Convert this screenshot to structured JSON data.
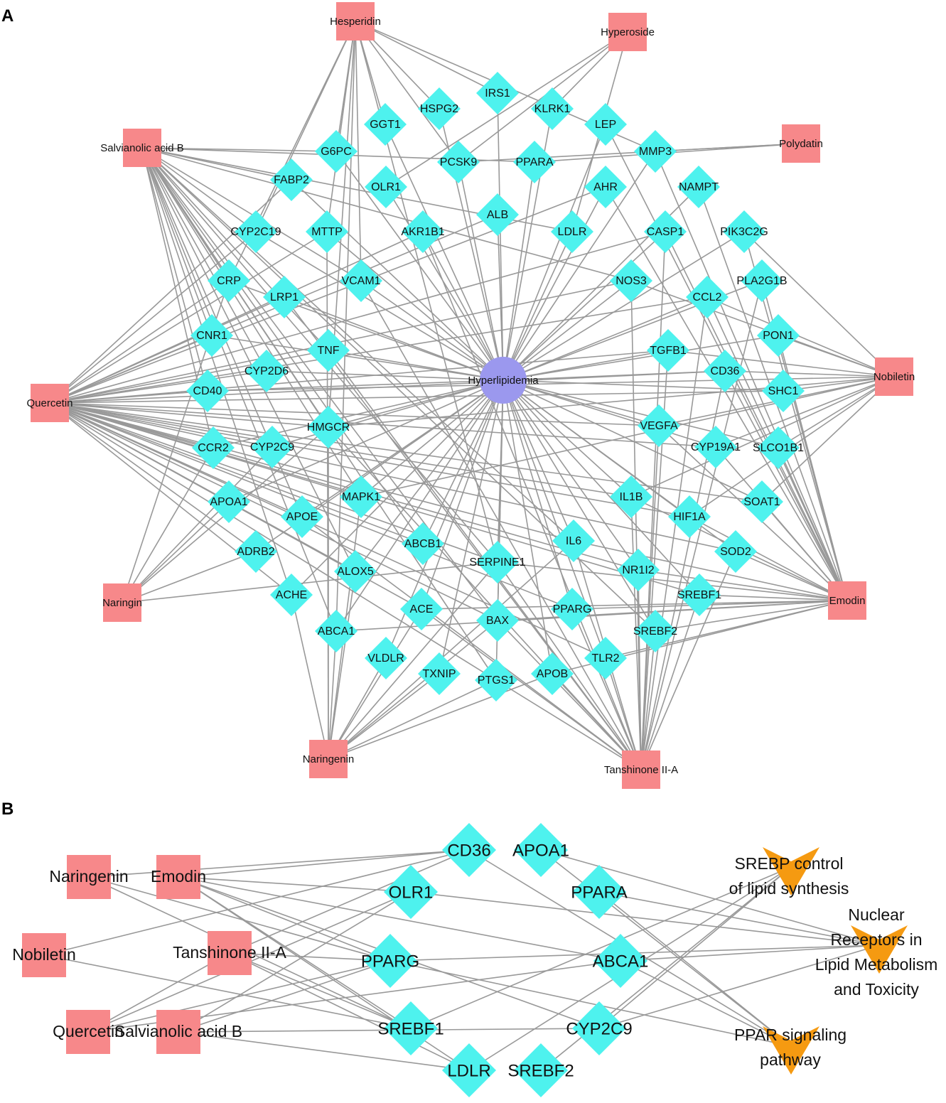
{
  "panel_a_label": "A",
  "panel_b_label": "B",
  "colors": {
    "compound": "#f7888a",
    "target": "#4ef2ee",
    "disease": "#9b98ee",
    "pathway": "#f59a11",
    "edge": "#999999"
  },
  "network_a": {
    "disease": "Hyperlipidemia",
    "compounds": [
      "Hesperidin",
      "Hyperoside",
      "Salvianolic acid B",
      "Polydatin",
      "Quercetin",
      "Nobiletin",
      "Naringin",
      "Emodin",
      "Naringenin",
      "Tanshinone II-A"
    ],
    "targets": [
      "IRS1",
      "HSPG2",
      "KLRK1",
      "GGT1",
      "LEP",
      "G6PC",
      "PCSK9",
      "PPARA",
      "MMP3",
      "FABP2",
      "OLR1",
      "AHR",
      "NAMPT",
      "ALB",
      "CYP2C19",
      "MTTP",
      "AKR1B1",
      "LDLR",
      "CASP1",
      "PIK3C2G",
      "CRP",
      "VCAM1",
      "NOS3",
      "LRP1",
      "PLA2G1B",
      "CCL2",
      "CNR1",
      "TNF",
      "PON1",
      "TGFB1",
      "CYP2D6",
      "CD36",
      "CD40",
      "SHC1",
      "HMGCR",
      "VEGFA",
      "CCR2",
      "CYP2C9",
      "CYP19A1",
      "SLCO1B1",
      "MAPK1",
      "IL1B",
      "APOA1",
      "APOE",
      "HIF1A",
      "SOAT1",
      "IL6",
      "ABCB1",
      "ADRB2",
      "SERPINE1",
      "SOD2",
      "ALOX5",
      "NR1I2",
      "SREBF1",
      "ACHE",
      "ACE",
      "PPARG",
      "BAX",
      "ABCA1",
      "SREBF2",
      "VLDLR",
      "TLR2",
      "TXNIP",
      "PTGS1",
      "APOB"
    ]
  },
  "network_b": {
    "compounds": [
      "Naringenin",
      "Emodin",
      "Nobiletin",
      "Tanshinone II-A",
      "Quercetin",
      "Salvianolic acid B"
    ],
    "targets": [
      "CD36",
      "APOA1",
      "OLR1",
      "PPARA",
      "PPARG",
      "ABCA1",
      "SREBF1",
      "CYP2C9",
      "LDLR",
      "SREBF2"
    ],
    "pathways": [
      {
        "lines": [
          "SREBP control",
          "of lipid synthesis"
        ]
      },
      {
        "lines": [
          "Nuclear",
          "Receptors in",
          "Lipid Metabolism",
          "and Toxicity"
        ]
      },
      {
        "lines": [
          "PPAR signaling",
          "pathway"
        ]
      }
    ]
  }
}
